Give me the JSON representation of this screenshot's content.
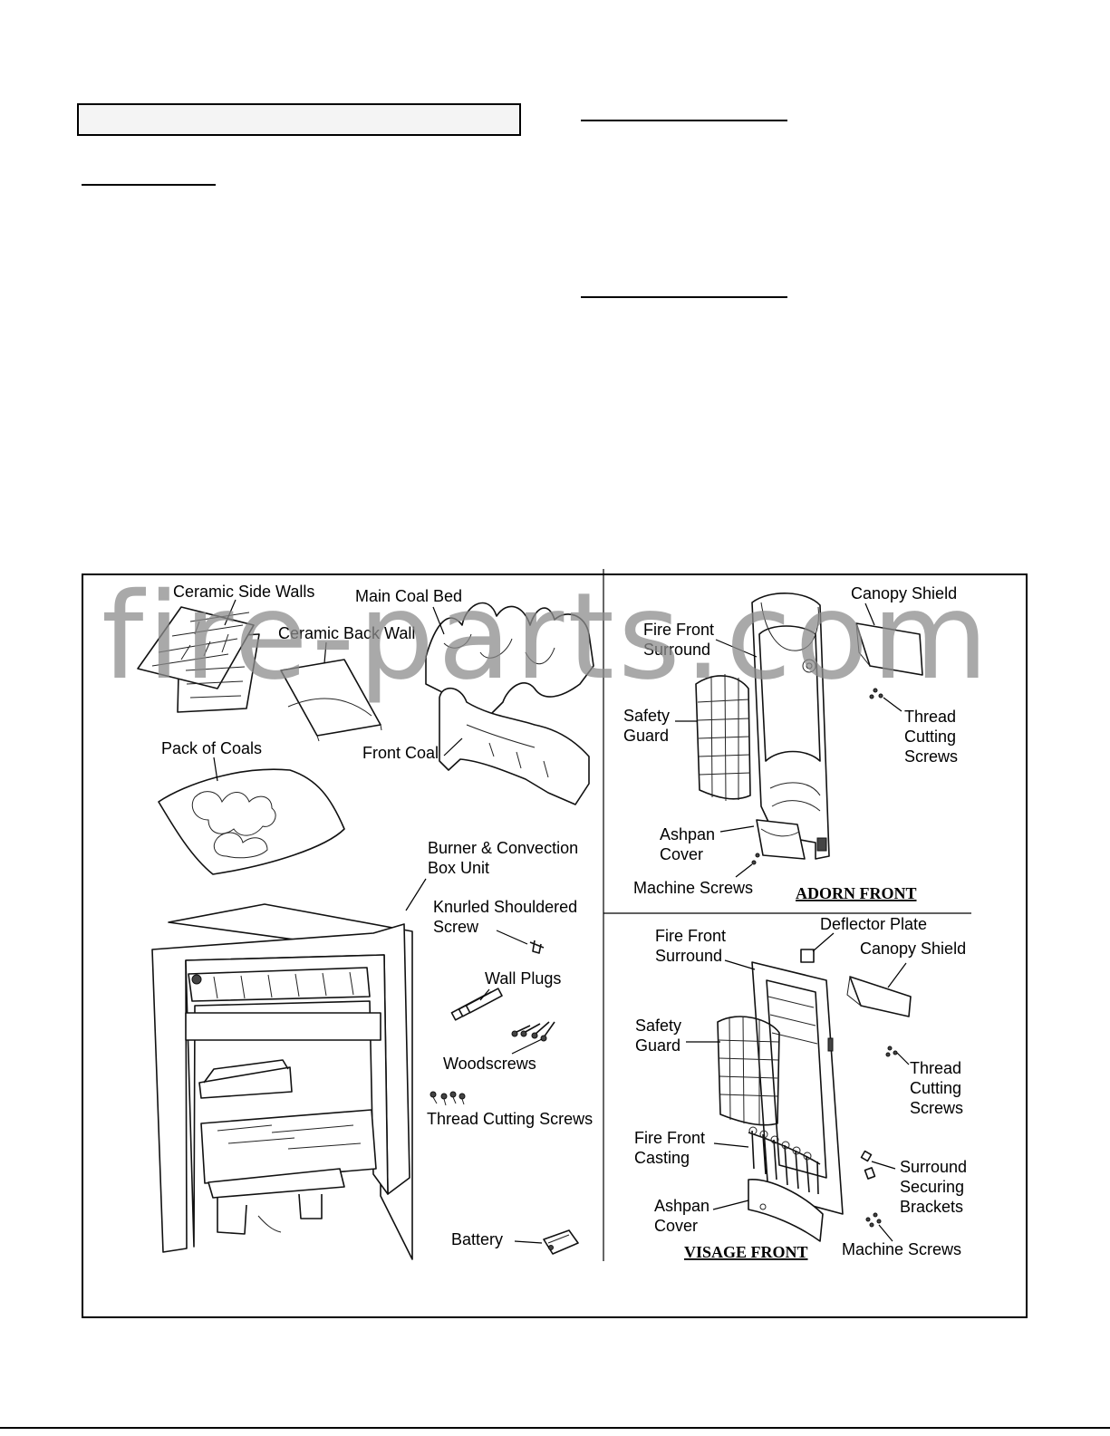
{
  "watermark": "fire-parts.com",
  "figure": {
    "left_panel": {
      "labels": {
        "ceramic_side_walls": "Ceramic Side Walls",
        "main_coal_bed": "Main Coal Bed",
        "ceramic_back_wall": "Ceramic Back Wall",
        "pack_of_coals": "Pack of Coals",
        "front_coal": "Front Coal",
        "burner_line1": "Burner & Convection",
        "burner_line2": "Box Unit",
        "knurled_line1": "Knurled Shouldered",
        "knurled_line2": "Screw",
        "wall_plugs": "Wall Plugs",
        "woodscrews": "Woodscrews",
        "thread_cutting_screws": "Thread Cutting Screws",
        "battery": "Battery"
      }
    },
    "adorn": {
      "caption": "ADORN FRONT",
      "labels": {
        "canopy_shield": "Canopy Shield",
        "surround_line1": "Fire Front",
        "surround_line2": "Surround",
        "guard_line1": "Safety",
        "guard_line2": "Guard",
        "tcs_line1": "Thread",
        "tcs_line2": "Cutting",
        "tcs_line3": "Screws",
        "ashpan_line1": "Ashpan",
        "ashpan_line2": "Cover",
        "machine_screws": "Machine Screws"
      }
    },
    "visage": {
      "caption": "VISAGE FRONT",
      "labels": {
        "deflector_plate": "Deflector Plate",
        "surround_line1": "Fire Front",
        "surround_line2": "Surround",
        "canopy_shield": "Canopy Shield",
        "guard_line1": "Safety",
        "guard_line2": "Guard",
        "tcs_line1": "Thread",
        "tcs_line2": "Cutting",
        "tcs_line3": "Screws",
        "casting_line1": "Fire Front",
        "casting_line2": "Casting",
        "brackets_line1": "Surround",
        "brackets_line2": "Securing",
        "brackets_line3": "Brackets",
        "ashpan_line1": "Ashpan",
        "ashpan_line2": "Cover",
        "machine_screws": "Machine Screws"
      }
    }
  }
}
